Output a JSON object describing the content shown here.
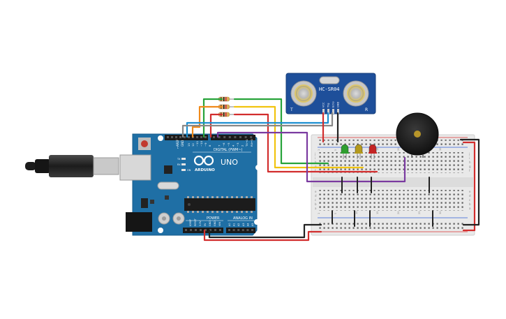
{
  "sensor": {
    "model": "HC-SR04",
    "pins": [
      "VCC",
      "Trig",
      "Echo",
      "GND"
    ],
    "corner_left": "T",
    "corner_right": "R"
  },
  "arduino": {
    "brand": "ARDUINO",
    "model": "UNO",
    "digital_label": "DIGITAL (PWM~)",
    "power_label": "POWER",
    "analog_label": "ANALOG IN",
    "aref": "AREF",
    "gnd": "GND",
    "tx": "TX",
    "rx": "RX",
    "on": "ON",
    "l": "L",
    "power_pins": [
      "IOREF",
      "RESET",
      "3.3V",
      "5V",
      "GND",
      "GND",
      "VIN"
    ],
    "analog_pins": [
      "A0",
      "A1",
      "A2",
      "A3",
      "A4",
      "A5"
    ],
    "digital_pins": [
      "13",
      "12",
      "~11",
      "~10",
      "~9",
      "8",
      "7",
      "~6",
      "~5",
      "4",
      "~3",
      "2",
      "TX→1",
      "RX←0"
    ]
  },
  "breadboard": {
    "row_letters_top": [
      "j",
      "i",
      "h",
      "g",
      "f"
    ],
    "row_letters_bottom": [
      "e",
      "d",
      "c",
      "b",
      "a"
    ],
    "column_numbers": [
      1,
      5,
      10,
      15,
      20,
      25,
      30
    ]
  },
  "leds": [
    {
      "color_name": "green",
      "color": "#2e9e2e"
    },
    {
      "color_name": "yellow",
      "color": "#b59a1c"
    },
    {
      "color_name": "red",
      "color": "#c42424"
    }
  ],
  "wire_colors": {
    "red": "#d22d2d",
    "black": "#222222",
    "green": "#27a33a",
    "yellow": "#f1c40f",
    "orange": "#f08a1a",
    "blue": "#1d8fd1",
    "purple": "#7a3aa0",
    "gray": "#888888"
  }
}
